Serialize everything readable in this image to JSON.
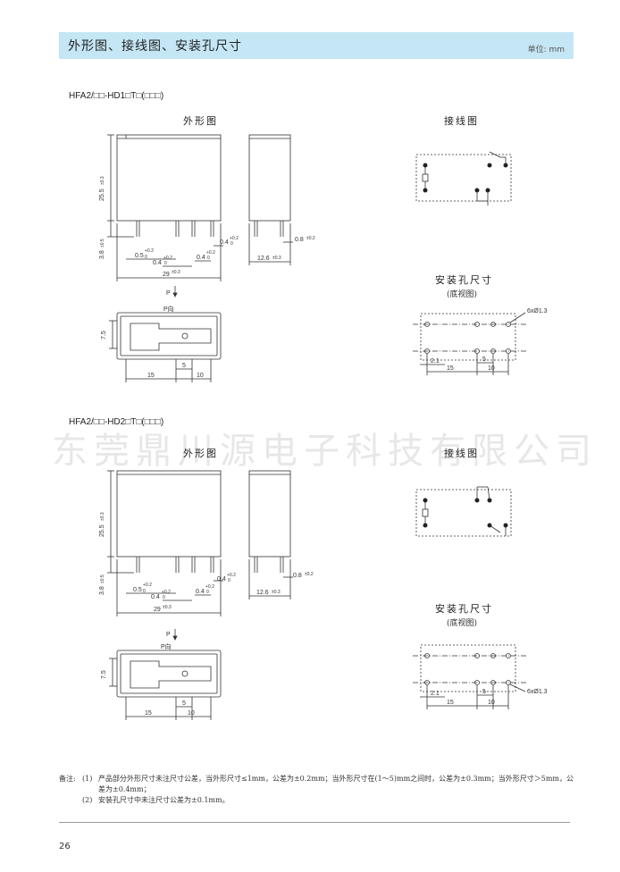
{
  "header": {
    "title": "外形图、接线图、安装孔尺寸",
    "unit": "单位: mm"
  },
  "sections": [
    {
      "model": "HFA2/□□-HD1□T□(□□□)",
      "outline_label": "外形图",
      "wiring_label": "接线图",
      "mount_label": "安装孔尺寸",
      "mount_sub": "(底视图)"
    },
    {
      "model": "HFA2/□□-HD2□T□(□□□)",
      "outline_label": "外形图",
      "wiring_label": "接线图",
      "mount_label": "安装孔尺寸",
      "mount_sub": "(底视图)"
    }
  ],
  "dims": {
    "height": "25.5",
    "height_tol": "±0.3",
    "pin_len": "3.8",
    "pin_len_tol": "±0.5",
    "width": "29",
    "width_tol": "±0.3",
    "depth": "12.6",
    "depth_tol": "±0.3",
    "pin_w1": "0.5",
    "pin_w2": "0.4",
    "pin_tol_up": "+0.2",
    "pin_tol_dn": "0",
    "pin_t": "0.8",
    "pin_t_tol": "±0.2",
    "p_mark": "P",
    "p_dir": "P向",
    "b_75": "7.5",
    "b_15": "15",
    "b_5": "5",
    "b_10": "10",
    "m_21": "2.1",
    "m_15": "15",
    "m_5": "5",
    "m_10": "10",
    "holes": "6xØ1.3"
  },
  "watermark": "东莞鼎川源电子科技有限公司",
  "notes": {
    "key": "备注:",
    "items": [
      {
        "n": "(1)",
        "text": "产品部分外形尺寸未注尺寸公差，当外形尺寸≤1mm，公差为±0.2mm；当外形尺寸在(1～5)mm之间时，公差为±0.3mm；当外形尺寸＞5mm，公差为±0.4mm；"
      },
      {
        "n": "(2)",
        "text": "安装孔尺寸中未注尺寸公差为±0.1mm。"
      }
    ]
  },
  "page_number": "26"
}
